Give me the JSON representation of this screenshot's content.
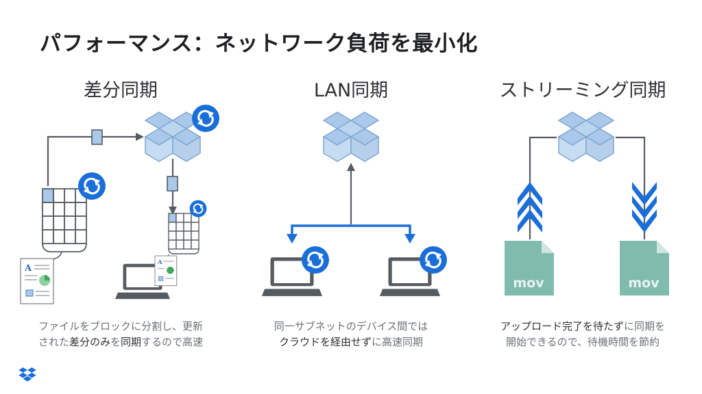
{
  "slide": {
    "title": "パフォーマンス：ネットワーク負荷を最小化",
    "columns": [
      {
        "heading": "差分同期",
        "caption_line1": "ファイルをブロックに分割し、更新",
        "caption_line2_pre": "された",
        "caption_line2_em1": "差分のみ",
        "caption_line2_mid": "を",
        "caption_line2_em2": "同期",
        "caption_line2_post": "するので高速"
      },
      {
        "heading": "LAN同期",
        "caption_line1": "同一サブネットのデバイス間では",
        "caption_line2_em": "クラウドを経由せず",
        "caption_line2_post": "に高速同期"
      },
      {
        "heading": "ストリーミング同期",
        "caption_line1_em": "アップロード完了を待たず",
        "caption_line1_post": "に同期を",
        "caption_line2": "開始できるので、待機時間を節約",
        "file_ext_left": "mov",
        "file_ext_right": "mov"
      }
    ]
  },
  "colors": {
    "accent": "#1a6ed8",
    "box": "#a9c8ea",
    "device": "#565b61",
    "file": "#7fbcae"
  }
}
